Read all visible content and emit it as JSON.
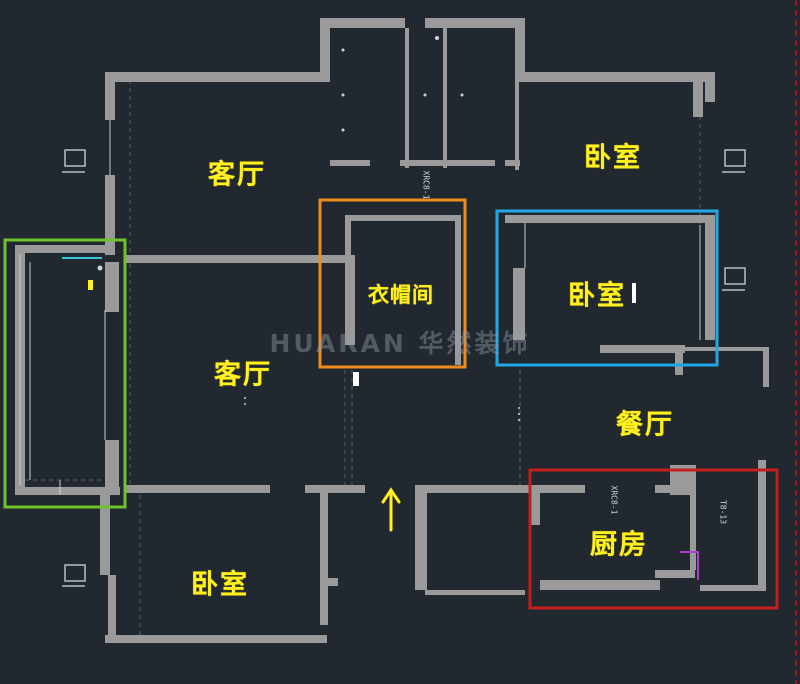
{
  "rooms": {
    "living_upper": "客厅",
    "living_main": "客厅",
    "bedroom_top_right": "卧室",
    "bedroom_mid_right": "卧室",
    "bedroom_bottom_left": "卧室",
    "cloakroom": "衣帽间",
    "dining": "餐厅",
    "kitchen": "厨房"
  },
  "watermark": "HUARAN 华然装饰",
  "annotations": {
    "dim_a": "XRC8-1",
    "dim_b": "XRC8-1",
    "dim_c": "T8-13"
  },
  "colors": {
    "background": "#212830",
    "wall": "#9a9a9a",
    "room_label": "#fff01e",
    "highlight_green": "#6fc32a",
    "highlight_orange": "#ef8a1e",
    "highlight_blue": "#21a8e6",
    "highlight_red": "#c61d1d",
    "arrow": "#fff01e",
    "border_right": "#b01818"
  },
  "icons": [
    "up-arrow-icon",
    "outdoor-unit-icon"
  ]
}
